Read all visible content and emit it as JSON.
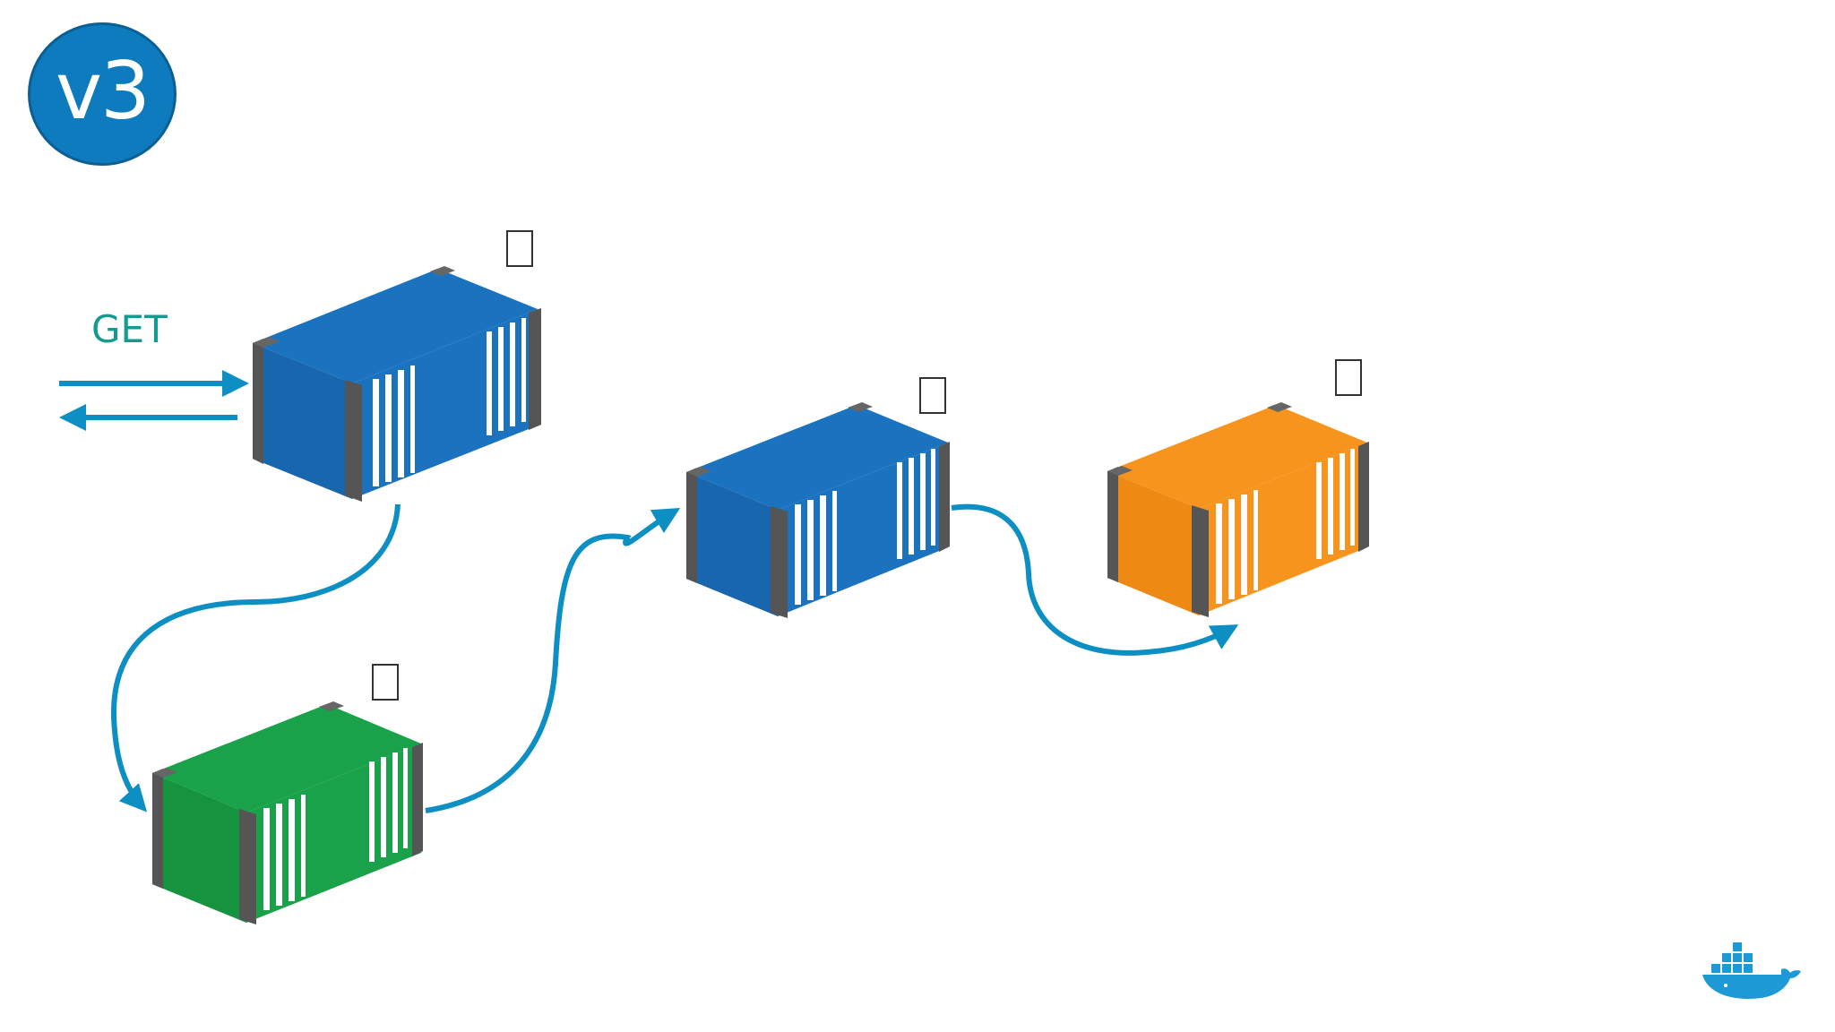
{
  "badge": {
    "label": "v3",
    "color": "#0e7bbf"
  },
  "request": {
    "label": "GET",
    "color": "#129b8e"
  },
  "flow_color": "#0e8fc4",
  "containers": [
    {
      "name": "container-entry",
      "color": "#1b73c0"
    },
    {
      "name": "container-green",
      "color": "#1aa24a"
    },
    {
      "name": "container-middle",
      "color": "#1b73c0"
    },
    {
      "name": "container-orange",
      "color": "#f7941d"
    }
  ],
  "logo": {
    "icon": "docker-whale-icon",
    "color": "#1d9ad6"
  }
}
